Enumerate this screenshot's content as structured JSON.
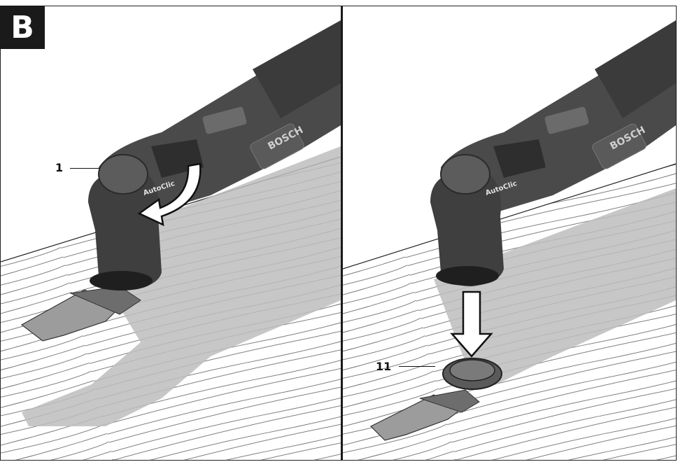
{
  "figure": {
    "label": "B"
  },
  "panels": [
    {
      "callout": "1",
      "brand": "BOSCH",
      "button": "AutoClic",
      "arrow": "rotate-arrow-icon"
    },
    {
      "callout": "11",
      "brand": "BOSCH",
      "button": "AutoClic",
      "arrow": "down-arrow-icon"
    }
  ],
  "colors": {
    "tool_body": "#4a4a4a",
    "tool_dark": "#2b2b2b",
    "tool_light": "#8a8a8a",
    "shadow": "#bdbdbd",
    "arrow_fill": "#ffffff",
    "arrow_stroke": "#111111",
    "blade": "#9c9c9c"
  }
}
